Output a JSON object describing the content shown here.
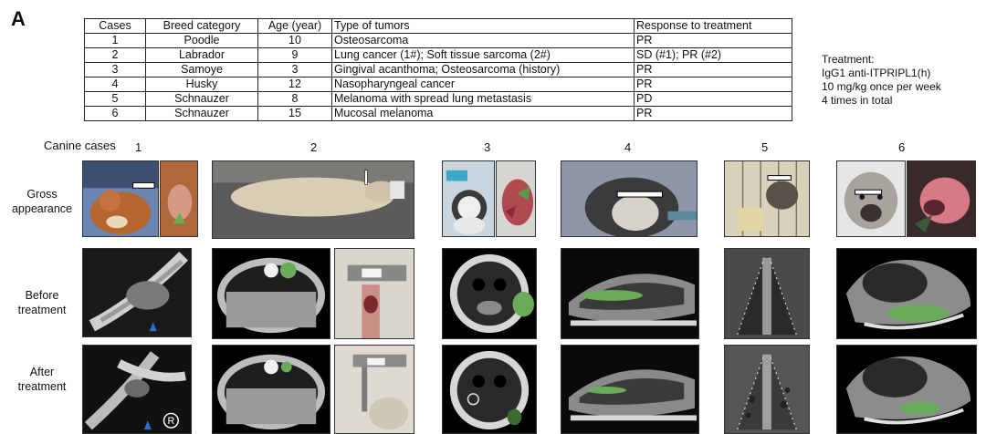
{
  "panel_letter": "A",
  "table": {
    "headers": [
      "Cases",
      "Breed category",
      "Age (year)",
      "Type of tumors",
      "Response to treatment"
    ],
    "rows": [
      [
        "1",
        "Poodle",
        "10",
        "Osteosarcoma",
        "PR"
      ],
      [
        "2",
        "Labrador",
        "9",
        "Lung cancer (1#); Soft tissue sarcoma (2#)",
        "SD (#1); PR (#2)"
      ],
      [
        "3",
        "Samoye",
        "3",
        "Gingival acanthoma; Osteosarcoma (history)",
        "PR"
      ],
      [
        "4",
        "Husky",
        "12",
        "Nasopharyngeal cancer",
        "PR"
      ],
      [
        "5",
        "Schnauzer",
        "8",
        "Melanoma with spread lung metastasis",
        "PD"
      ],
      [
        "6",
        "Schnauzer",
        "15",
        "Mucosal melanoma",
        "PR"
      ]
    ]
  },
  "treatment_note": [
    "Treatment:",
    "IgG1 anti-ITPRIPL1(h)",
    "10 mg/kg once per week",
    "4 times in total"
  ],
  "canine_cases_title": "Canine cases",
  "case_numbers": [
    "1",
    "2",
    "3",
    "4",
    "5",
    "6"
  ],
  "row_labels": {
    "gross": [
      "Gross",
      "appearance"
    ],
    "before": [
      "Before",
      "treatment"
    ],
    "after": [
      "After",
      "treatment"
    ]
  },
  "xray_marker_letter": "R",
  "colors": {
    "tumor_mask": "#6a9a5a",
    "arrow_marker": "#2b6fd6"
  }
}
